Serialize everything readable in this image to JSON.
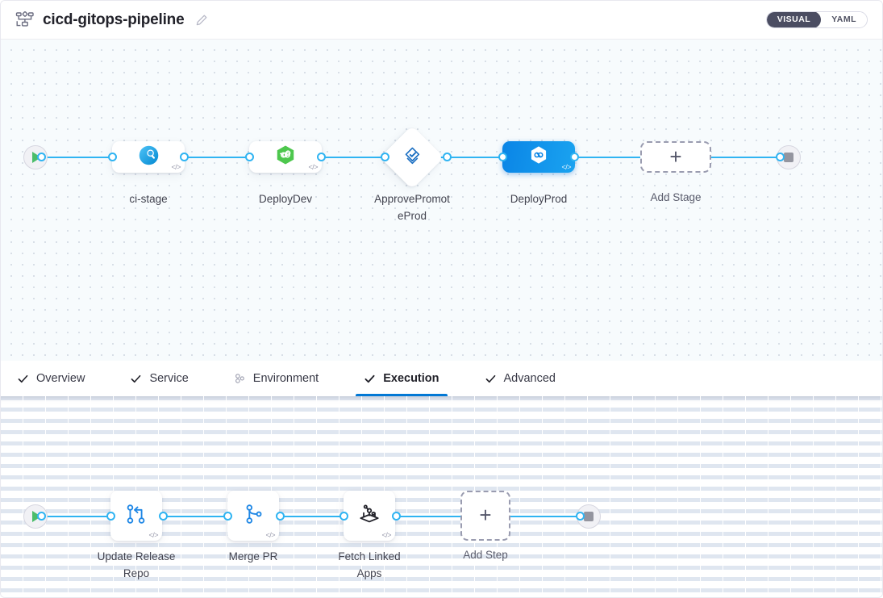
{
  "header": {
    "pipeline_icon": "pipeline-nodes-icon",
    "title": "cicd-gitops-pipeline",
    "edit_icon": "pencil-edit-icon",
    "view_toggle": {
      "options": [
        "VISUAL",
        "YAML"
      ],
      "selected": "VISUAL"
    }
  },
  "stage_graph": {
    "start_node": {
      "icon": "play-icon",
      "label": ""
    },
    "end_node": {
      "icon": "stop-icon",
      "label": ""
    },
    "stages": [
      {
        "name": "ci-stage",
        "icon": "ci-build-icon",
        "type": "card",
        "selected": false,
        "code_badge": "</>"
      },
      {
        "name": "DeployDev",
        "icon": "cd-deploy-hex-icon",
        "type": "card",
        "selected": false,
        "code_badge": "</>"
      },
      {
        "name": "ApprovePromoteProd",
        "icon": "approval-check-icon",
        "type": "diamond",
        "selected": false,
        "code_badge": ""
      },
      {
        "name": "DeployProd",
        "icon": "cd-deploy-hex-icon",
        "type": "card",
        "selected": true,
        "code_badge": "</>"
      },
      {
        "name": "Add Stage",
        "icon": "plus-icon",
        "type": "add",
        "selected": false,
        "code_badge": ""
      }
    ],
    "stage_labels": {
      "approve_line1": "ApprovePromot",
      "approve_line2": "eProd"
    }
  },
  "tabs": [
    {
      "label": "Overview",
      "icon": "check-icon",
      "active": false
    },
    {
      "label": "Service",
      "icon": "check-icon",
      "active": false
    },
    {
      "label": "Environment",
      "icon": "infrastructure-icon",
      "active": false
    },
    {
      "label": "Execution",
      "icon": "check-icon",
      "active": true
    },
    {
      "label": "Advanced",
      "icon": "check-icon",
      "active": false
    }
  ],
  "step_graph": {
    "start_node": {
      "icon": "play-icon"
    },
    "end_node": {
      "icon": "stop-icon"
    },
    "steps": [
      {
        "name": "Update Release Repo",
        "line1": "Update Release",
        "line2": "Repo",
        "icon": "git-merge-icon",
        "type": "card",
        "code_badge": "</>"
      },
      {
        "name": "Merge PR",
        "line1": "Merge PR",
        "line2": "",
        "icon": "git-branch-icon",
        "type": "card",
        "code_badge": "</>"
      },
      {
        "name": "Fetch Linked Apps",
        "line1": "Fetch Linked",
        "line2": "Apps",
        "icon": "harness-box-icon",
        "type": "card",
        "code_badge": "</>"
      },
      {
        "name": "Add Step",
        "line1": "Add Step",
        "line2": "",
        "icon": "plus-icon",
        "type": "add",
        "code_badge": ""
      }
    ]
  },
  "colors": {
    "accent_blue": "#0278d5",
    "edge_blue": "#30b4f2",
    "selected_node": "#0a85e6",
    "toggle_active_bg": "#4b4d62",
    "play_green": "#4bbd6a",
    "stage_canvas_bg": "#f7fbfd"
  }
}
